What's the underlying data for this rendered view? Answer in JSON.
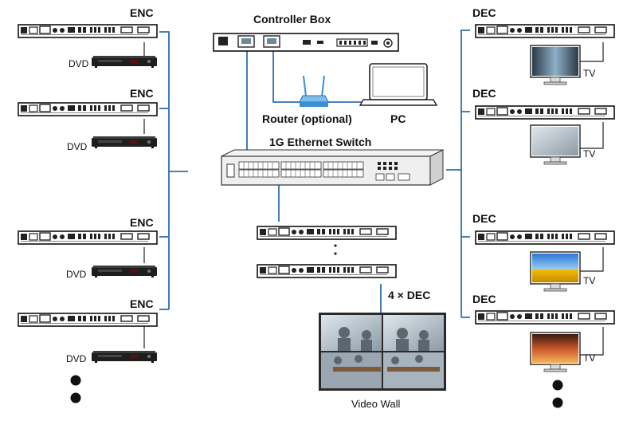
{
  "labels": {
    "controller_box": "Controller Box",
    "router": "Router (optional)",
    "pc": "PC",
    "switch": "1G Ethernet Switch",
    "enc": "ENC",
    "dec": "DEC",
    "dvd": "DVD",
    "tv": "TV",
    "four_dec": "4 × DEC",
    "video_wall": "Video Wall"
  },
  "colors": {
    "link_line": "#2e6fb0",
    "device_body": "#1e1e1e",
    "switch_body": "#e9e9e9",
    "router_body": "#3a8fd6"
  }
}
